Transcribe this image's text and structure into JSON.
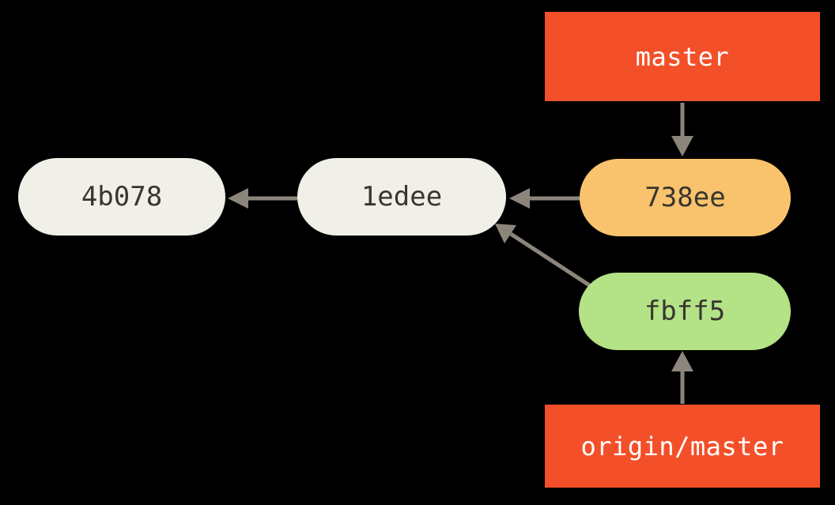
{
  "diagram": {
    "description": "Git commit history diagram showing diverged local master and remote origin/master",
    "background": "#000000",
    "colors": {
      "branch_box_fill": "#f3502a",
      "branch_box_text": "#ffffff",
      "commit_fill": "#f0efe8",
      "head_commit_fill": "#f9c36d",
      "remote_commit_fill": "#b4e287",
      "commit_text": "#38362f",
      "arrow": "#8c857b"
    },
    "nodes": {
      "master_branch_label": "master",
      "origin_branch_label": "origin/master",
      "commit_4b078": "4b078",
      "commit_1edee": "1edee",
      "commit_738ee": "738ee",
      "commit_fbff5": "fbff5"
    }
  }
}
